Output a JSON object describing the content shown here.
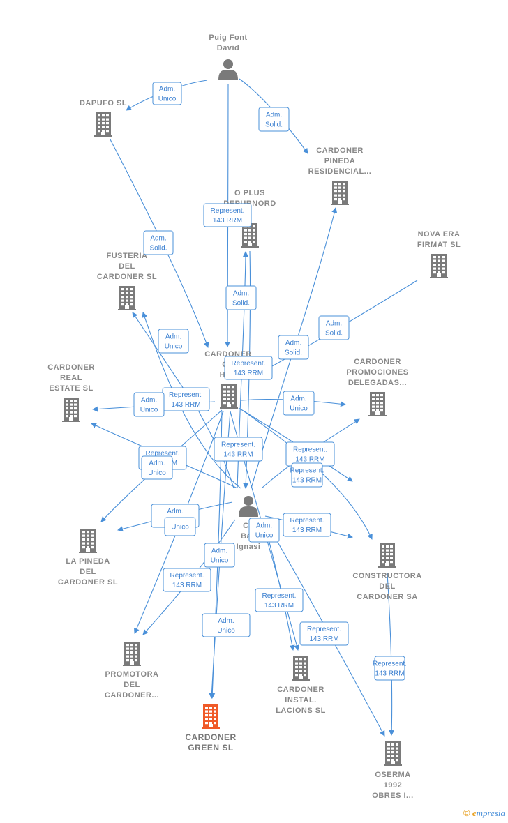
{
  "nodes": [
    {
      "id": "puig",
      "kind": "person",
      "label": [
        "Puig Font",
        "David"
      ]
    },
    {
      "id": "costa",
      "kind": "person",
      "label": [
        "Co",
        "Bay",
        "Ignasi"
      ]
    },
    {
      "id": "dapufo",
      "kind": "company",
      "label": [
        "DAPUFO  SL"
      ]
    },
    {
      "id": "pineda_res",
      "kind": "company",
      "label": [
        "CARDONER",
        "PINEDA",
        "RESIDENCIAL..."
      ]
    },
    {
      "id": "oplus",
      "kind": "company",
      "label": [
        "O PLUS",
        "DEPURNORD"
      ]
    },
    {
      "id": "novaera",
      "kind": "company",
      "label": [
        "NOVA ERA",
        "FIRMAT  SL"
      ]
    },
    {
      "id": "fusteria",
      "kind": "company",
      "label": [
        "FUSTERIA",
        "DEL",
        "CARDONER  SL"
      ]
    },
    {
      "id": "holding",
      "kind": "company",
      "label": [
        "CARDONER",
        "GR",
        "HOL"
      ]
    },
    {
      "id": "real",
      "kind": "company",
      "label": [
        "CARDONER",
        "REAL",
        "ESTATE  SL"
      ]
    },
    {
      "id": "promociones",
      "kind": "company",
      "label": [
        "CARDONER",
        "PROMOCIONES",
        "DELEGADAS..."
      ]
    },
    {
      "id": "pineda",
      "kind": "company",
      "label": [
        "LA PINEDA",
        "DEL",
        "CARDONER  SL"
      ]
    },
    {
      "id": "constructora",
      "kind": "company",
      "label": [
        "CONSTRUCTORA",
        "DEL",
        "CARDONER SA"
      ]
    },
    {
      "id": "promotora",
      "kind": "company",
      "label": [
        "PROMOTORA",
        "DEL",
        "CARDONER..."
      ]
    },
    {
      "id": "instal",
      "kind": "company",
      "label": [
        "CARDONER",
        "INSTAL.",
        "LACIONS  SL"
      ]
    },
    {
      "id": "green",
      "kind": "company",
      "highlight": true,
      "label": [
        "CARDONER",
        "GREEN  SL"
      ]
    },
    {
      "id": "oserma",
      "kind": "company",
      "label": [
        "OSERMA",
        "1992",
        "OBRES I..."
      ]
    }
  ],
  "edge_labels": [
    [
      "Adm.",
      "Unico"
    ],
    [
      "Adm.",
      "Solid."
    ],
    [
      "Represent.",
      "143 RRM"
    ],
    [
      "Adm.",
      "Solid."
    ],
    [
      "Adm.",
      "Solid."
    ],
    [
      "Adm.",
      "Unico"
    ],
    [
      "Adm.",
      "Solid."
    ],
    [
      "Adm.",
      "Solid."
    ],
    [
      "Represent.",
      "143 RRM"
    ],
    [
      "Represent.",
      "143 RRM"
    ],
    [
      "Adm.",
      "Unico"
    ],
    [
      "Adm.",
      "Unico"
    ],
    [
      "Represent.",
      "143 RRM"
    ],
    [
      "Represent.",
      "143 RRM"
    ],
    [
      "Represent.",
      "143 RRM"
    ],
    [
      "Adm.",
      "Unico"
    ],
    [
      "Adm.",
      "Unico"
    ],
    [
      "Represent.",
      "143 RRM"
    ],
    [
      "Unico"
    ],
    [
      "Adm.",
      "Unico"
    ],
    [
      "Represent.",
      "143 RRM"
    ],
    [
      "Adm.",
      "Unico"
    ],
    [
      "Represent.",
      "143 RRM"
    ],
    [
      "Represent.",
      "143 RRM"
    ],
    [
      "Represent.",
      "143 RRM"
    ],
    [
      "Represent.",
      "143 RRM"
    ],
    [
      "Adm.",
      "Unico"
    ]
  ],
  "branding": {
    "copyright": "©",
    "e": "e",
    "name": "mpresia"
  },
  "colors": {
    "edge": "#4a90d9",
    "node": "#7a7a7a",
    "highlight": "#f05a28"
  }
}
